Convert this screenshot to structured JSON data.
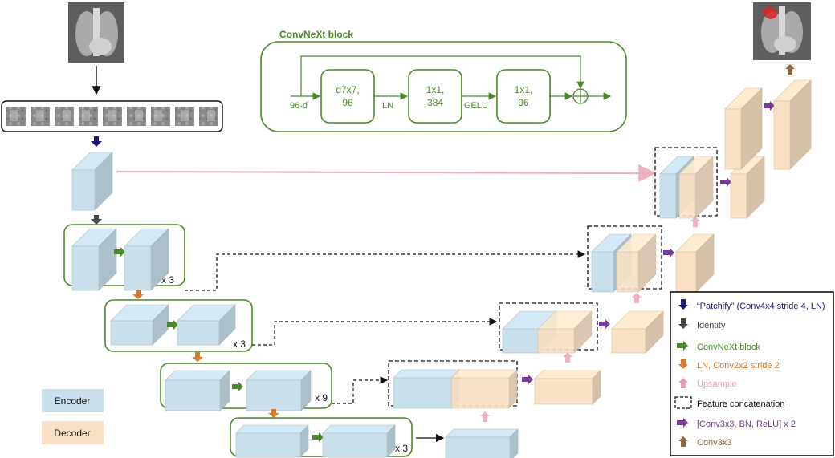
{
  "convnext_block": {
    "title": "ConvNeXt block",
    "input_label": "96-d",
    "boxes": [
      {
        "line1": "d7x7,",
        "line2": "96"
      },
      {
        "line1": "1x1,",
        "line2": "384"
      },
      {
        "line1": "1x1,",
        "line2": "96"
      }
    ],
    "between_labels": [
      "LN",
      "GELU"
    ]
  },
  "stages": [
    {
      "repeat": "x 3"
    },
    {
      "repeat": "x 3"
    },
    {
      "repeat": "x 9"
    },
    {
      "repeat": "x 3"
    }
  ],
  "side_legend": {
    "encoder": "Encoder",
    "decoder": "Decoder"
  },
  "legend": [
    {
      "icon": "navy-arrow-down-icon",
      "text": "“Patchify” (Conv4x4 stride 4, LN)",
      "color": "#1a1a70"
    },
    {
      "icon": "gray-arrow-down-icon",
      "text": "Identity",
      "color": "#444444"
    },
    {
      "icon": "green-arrow-right-icon",
      "text": "ConvNeXt block",
      "color": "#4a8a2a"
    },
    {
      "icon": "orange-arrow-down-icon",
      "text": "LN, Conv2x2 stride 2",
      "color": "#d77a2a"
    },
    {
      "icon": "pink-arrow-up-icon",
      "text": "Upsample",
      "color": "#e8a0b0"
    },
    {
      "icon": "dashed-box-icon",
      "text": "Feature concatenation",
      "color": "#111111"
    },
    {
      "icon": "purple-arrow-right-icon",
      "text": "[Conv3x3, BN, ReLU] x 2",
      "color": "#7a3a9a"
    },
    {
      "icon": "brown-arrow-up-icon",
      "text": "Conv3x3",
      "color": "#8a6a3a"
    }
  ],
  "colors": {
    "encoder": "#c9dfea",
    "decoder": "#f9e1c6",
    "green": "#4a8a2a",
    "pink": "#eeb1c0"
  }
}
